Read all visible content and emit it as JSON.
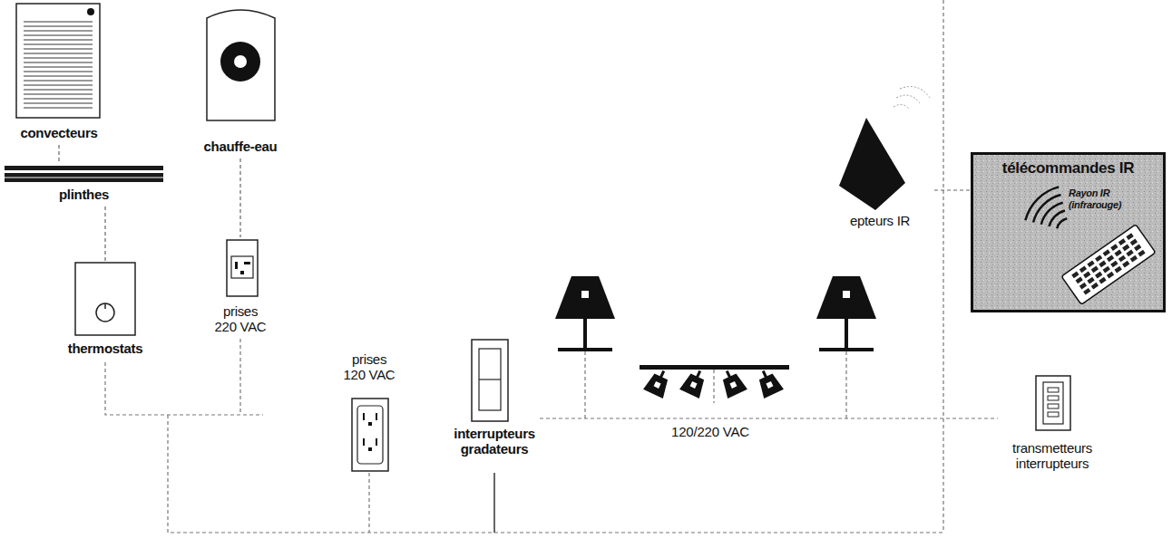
{
  "diagram": {
    "nodes": [
      {
        "text": [
          "convecteurs"
        ]
      },
      {
        "text": [
          "plinthes"
        ]
      },
      {
        "text": [
          "chauffe-eau"
        ]
      },
      {
        "text": [
          "thermostats"
        ]
      },
      {
        "text": [
          "prises 220 VAC"
        ]
      },
      {
        "text": [
          "prises 120 VAC"
        ]
      },
      {
        "text": [
          "interrupteurs gradateurs"
        ]
      },
      {
        "text": [
          "epteurs IR"
        ]
      },
      {
        "text": [
          "télécommandes IR",
          "Rayon IR (infrarouge)"
        ]
      },
      {
        "text": [
          "transmetteurs interrupteurs"
        ]
      }
    ],
    "edges": [
      {
        "from": 0,
        "to": 1,
        "arrow": "none"
      },
      {
        "from": 1,
        "to": 3,
        "arrow": "none"
      },
      {
        "from": 2,
        "to": 4,
        "arrow": "none"
      },
      {
        "from": 7,
        "to": 8,
        "arrow": "none"
      }
    ],
    "labels": [
      "120/220 VAC"
    ]
  }
}
